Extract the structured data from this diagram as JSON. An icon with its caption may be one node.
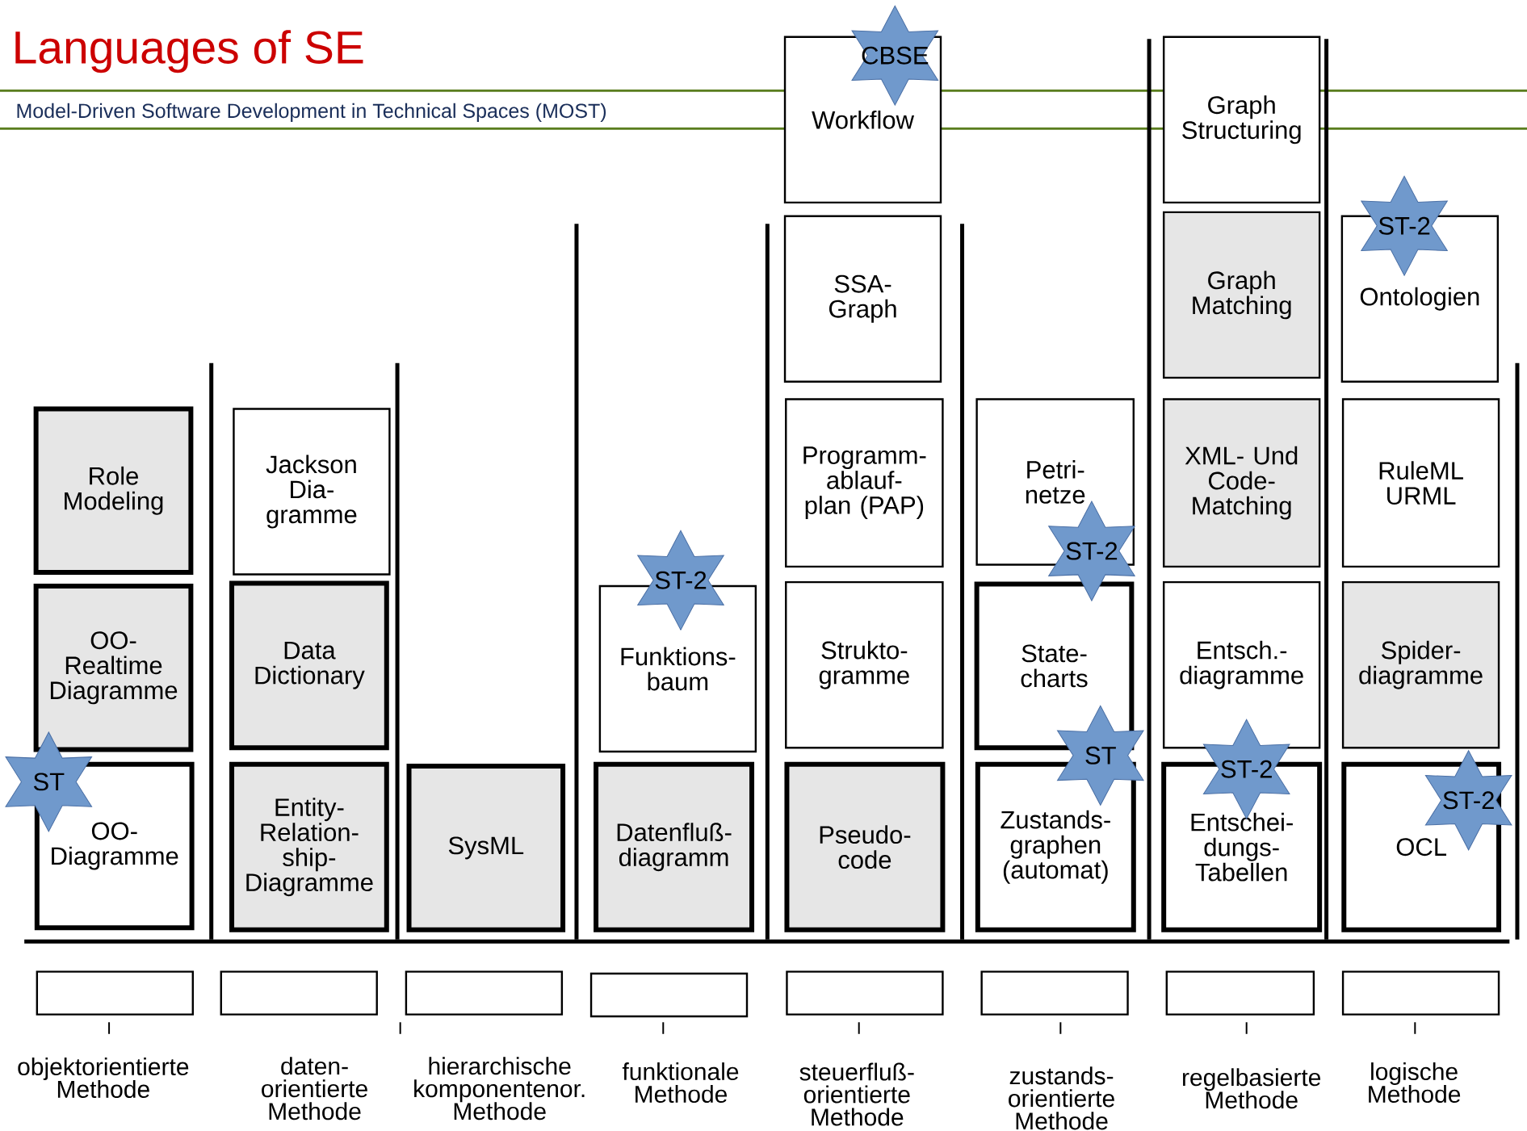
{
  "diagram": {
    "title": "Languages of SE",
    "nodes": [
      {
        "text": [
          "Role Modeling"
        ]
      },
      {
        "text": [
          "OO- Realtime Diagramme"
        ]
      },
      {
        "text": [
          "OO- Diagramme"
        ]
      },
      {
        "text": [
          "Jackson Dia- gramme"
        ]
      },
      {
        "text": [
          "Data Dictionary"
        ]
      },
      {
        "text": [
          "Entity- Relation- ship- Diagramme"
        ]
      },
      {
        "text": [
          "SysML"
        ]
      },
      {
        "text": [
          "Funktions- baum"
        ]
      },
      {
        "text": [
          "Datenfluß- diagramm"
        ]
      },
      {
        "text": [
          "Workflow"
        ]
      },
      {
        "text": [
          "SSA- Graph"
        ]
      },
      {
        "text": [
          "Programm- ablauf- plan (PAP)"
        ]
      },
      {
        "text": [
          "Strukto- gramme"
        ]
      },
      {
        "text": [
          "Pseudo- code"
        ]
      },
      {
        "text": [
          "Petri- netze"
        ]
      },
      {
        "text": [
          "State- charts"
        ]
      },
      {
        "text": [
          "Zustands- graphen (automat)"
        ]
      },
      {
        "text": [
          "Graph Structuring"
        ]
      },
      {
        "text": [
          "Graph Matching"
        ]
      },
      {
        "text": [
          "XML- Und Code- Matching"
        ]
      },
      {
        "text": [
          "Entsch.- diagramme"
        ]
      },
      {
        "text": [
          "Entschei- dungs- Tabellen"
        ]
      },
      {
        "text": [
          "Ontologien"
        ]
      },
      {
        "text": [
          "RuleML URML"
        ]
      },
      {
        "text": [
          "Spider- diagramme"
        ]
      },
      {
        "text": [
          "OCL"
        ]
      },
      {
        "text": [
          "CBSE"
        ]
      },
      {
        "text": [
          "ST-2"
        ]
      },
      {
        "text": [
          "ST-2"
        ]
      },
      {
        "text": [
          "ST-2"
        ]
      },
      {
        "text": [
          "ST"
        ]
      },
      {
        "text": [
          "ST-2"
        ]
      },
      {
        "text": [
          "ST-2"
        ]
      },
      {
        "text": [
          "ST"
        ]
      },
      {
        "text": [],
        "shape": "box",
        "beside": [
          "objektorientierte Methode"
        ]
      },
      {
        "text": [],
        "shape": "box",
        "beside": [
          "daten- orientierte Methode"
        ]
      },
      {
        "text": [],
        "shape": "box",
        "beside": [
          "hierarchische komponentenor. Methode"
        ]
      },
      {
        "text": [],
        "shape": "box",
        "beside": [
          "funktionale Methode"
        ]
      },
      {
        "text": [],
        "shape": "box",
        "beside": [
          "steuerfluß- orientierte Methode"
        ]
      },
      {
        "text": [],
        "shape": "box",
        "beside": [
          "zustands- orientierte Methode"
        ]
      },
      {
        "text": [],
        "shape": "box",
        "beside": [
          "regelbasierte Methode"
        ]
      },
      {
        "text": [],
        "shape": "box",
        "beside": [
          "logische Methode"
        ]
      }
    ],
    "labels": [
      "Model-Driven Software Development in Technical Spaces (MOST)"
    ]
  }
}
